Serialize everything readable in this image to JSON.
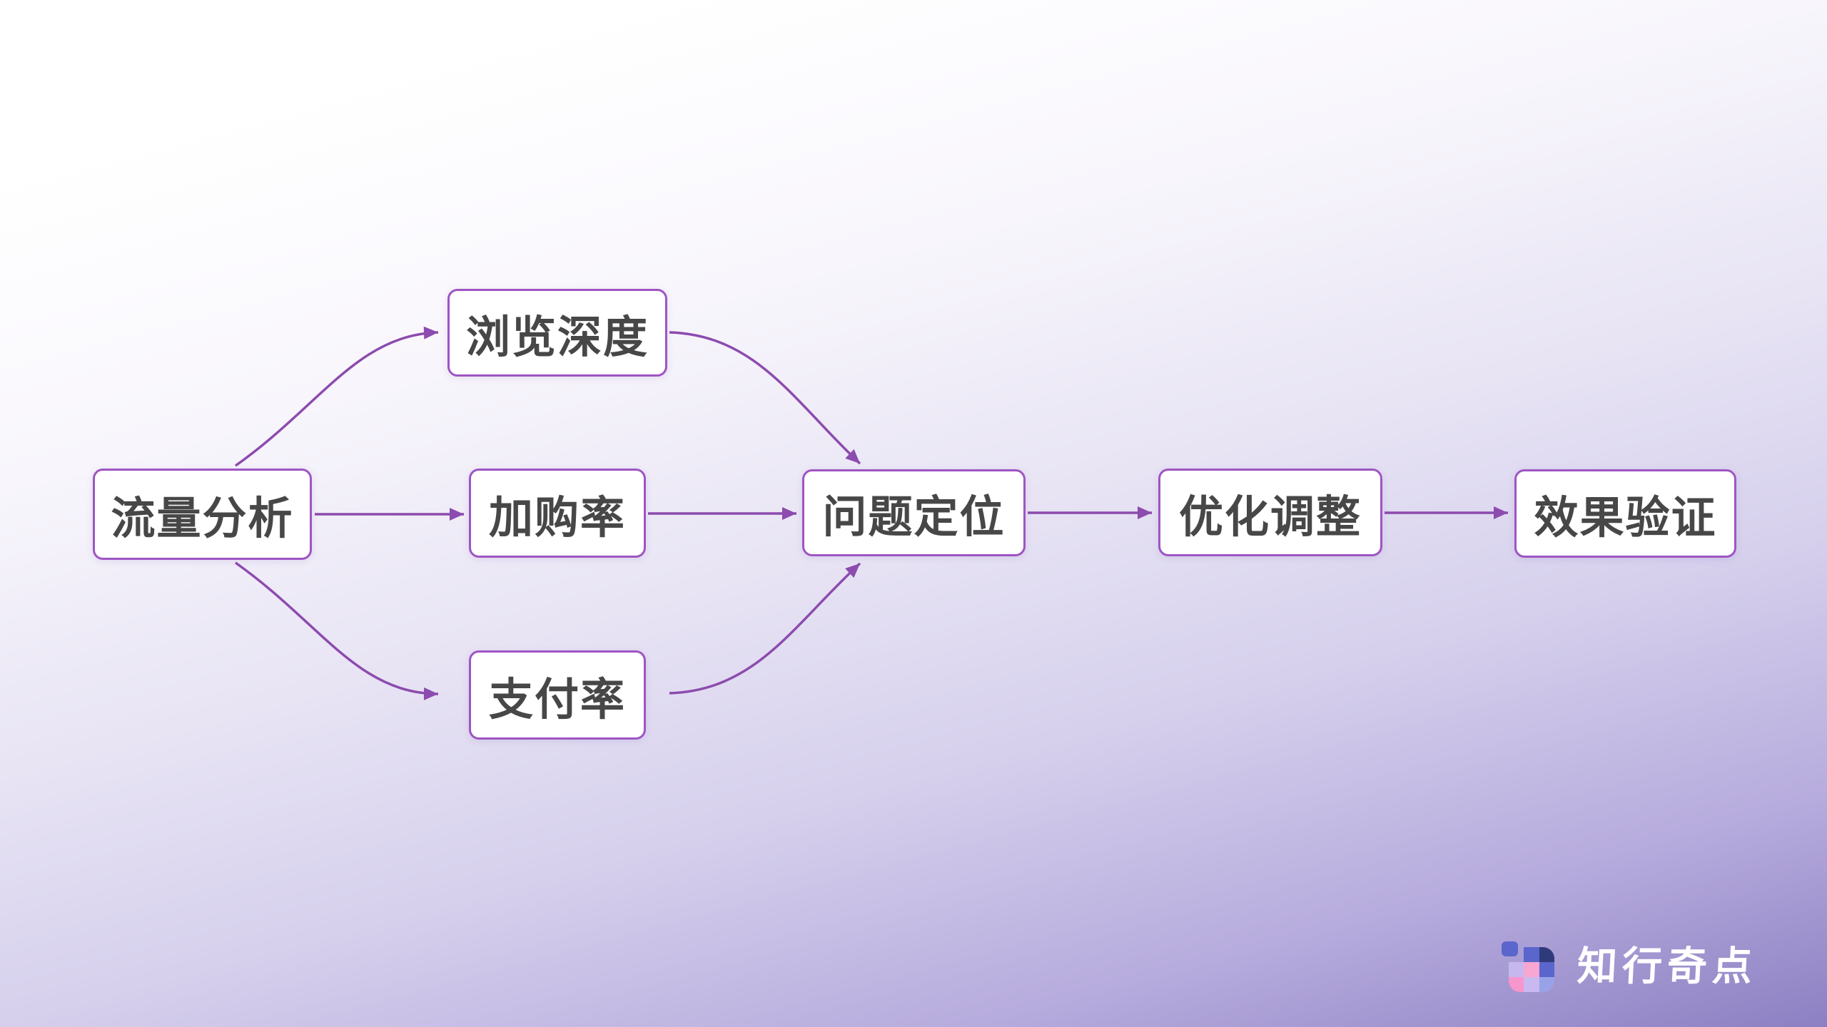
{
  "diagram": {
    "title_implicit": "conversion funnel analysis flow",
    "nodes": [
      {
        "id": "traffic",
        "label": "流量分析"
      },
      {
        "id": "browse",
        "label": "浏览深度"
      },
      {
        "id": "cart",
        "label": "加购率"
      },
      {
        "id": "pay",
        "label": "支付率"
      },
      {
        "id": "locate",
        "label": "问题定位"
      },
      {
        "id": "optimize",
        "label": "优化调整"
      },
      {
        "id": "verify",
        "label": "效果验证"
      }
    ],
    "edges": [
      {
        "from": "流量分析",
        "to": "浏览深度"
      },
      {
        "from": "流量分析",
        "to": "加购率"
      },
      {
        "from": "流量分析",
        "to": "支付率"
      },
      {
        "from": "浏览深度",
        "to": "问题定位"
      },
      {
        "from": "加购率",
        "to": "问题定位"
      },
      {
        "from": "支付率",
        "to": "问题定位"
      },
      {
        "from": "问题定位",
        "to": "优化调整"
      },
      {
        "from": "优化调整",
        "to": "效果验证"
      }
    ],
    "colors": {
      "node_border": "#9e55c3",
      "node_background": "#ffffff",
      "node_text": "#474747",
      "connector": "#8c4bae",
      "background_gradient_start": "#ffffff",
      "background_gradient_mid": "#d5cfec",
      "background_gradient_end": "#8d80c3"
    }
  },
  "brand": {
    "logo_text": "知行奇点",
    "logo_text_color": "#ffffff",
    "tiles": [
      {
        "name": "detached-indigo",
        "css": "background:#5a66cc"
      },
      {
        "name": "grid-empty",
        "css": "background:transparent"
      },
      {
        "name": "grid-indigo-top",
        "css": "background:#5a66cc"
      },
      {
        "name": "grid-navy",
        "css": "background:#2f3a7a"
      },
      {
        "name": "grid-lavender",
        "css": "background:#c7b7ef"
      },
      {
        "name": "grid-pink",
        "css": "background:#f8a6d2"
      },
      {
        "name": "grid-indigo-mid",
        "css": "background:#5a66cc"
      },
      {
        "name": "grid-pink-bottom",
        "css": "background:#f795cd"
      },
      {
        "name": "grid-lavender-bottom",
        "css": "background:#c9b9f0"
      },
      {
        "name": "grid-periwinkle",
        "css": "background:#99a2e6"
      }
    ]
  }
}
